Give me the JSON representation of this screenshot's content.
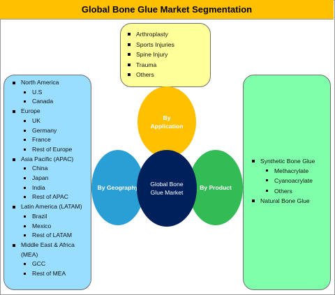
{
  "title": "Global Bone Glue Market Segmentation",
  "colors": {
    "title_bar": "#ffc000",
    "application_box": "#ffff99",
    "geography_box": "#99ddff",
    "product_box": "#80ffaa",
    "application_circle": "#ffc000",
    "geography_circle": "#2a9fd6",
    "product_circle": "#33bb55",
    "center_circle": "#00205b"
  },
  "center": {
    "line1": "Global Bone",
    "line2": "Glue Market"
  },
  "application": {
    "label_line1": "By",
    "label_line2": "Application",
    "items": [
      "Arthroplasty",
      "Sports Injuries",
      "Spine Injury",
      "Trauma",
      "Others"
    ]
  },
  "geography": {
    "label": "By Geography",
    "items": [
      {
        "text": "North America",
        "level": 1
      },
      {
        "text": "U.S",
        "level": 2
      },
      {
        "text": "Canada",
        "level": 2
      },
      {
        "text": "Europe",
        "level": 1
      },
      {
        "text": "UK",
        "level": 2
      },
      {
        "text": "Germany",
        "level": 2
      },
      {
        "text": "France",
        "level": 2
      },
      {
        "text": "Rest of Europe",
        "level": 2
      },
      {
        "text": "Asia Pacific (APAC)",
        "level": 1
      },
      {
        "text": "China",
        "level": 2
      },
      {
        "text": "Japan",
        "level": 2
      },
      {
        "text": "India",
        "level": 2
      },
      {
        "text": "Rest of APAC",
        "level": 2
      },
      {
        "text": "Latin America (LATAM)",
        "level": 1
      },
      {
        "text": "Brazil",
        "level": 2
      },
      {
        "text": "Mexico",
        "level": 2
      },
      {
        "text": "Rest of LATAM",
        "level": 2
      },
      {
        "text": "Middle East & Africa",
        "level": 1
      },
      {
        "text": "(MEA)",
        "level": 0
      },
      {
        "text": "GCC",
        "level": 2
      },
      {
        "text": "Rest of MEA",
        "level": 2
      }
    ]
  },
  "product": {
    "label": "By Product",
    "items": [
      {
        "text": "Synthetic Bone Glue",
        "level": 1
      },
      {
        "text": "Methacrylate",
        "level": 2
      },
      {
        "text": "Cyanoacrylate",
        "level": 2
      },
      {
        "text": "Others",
        "level": 2
      },
      {
        "text": "Natural Bone Glue",
        "level": 1
      }
    ]
  }
}
